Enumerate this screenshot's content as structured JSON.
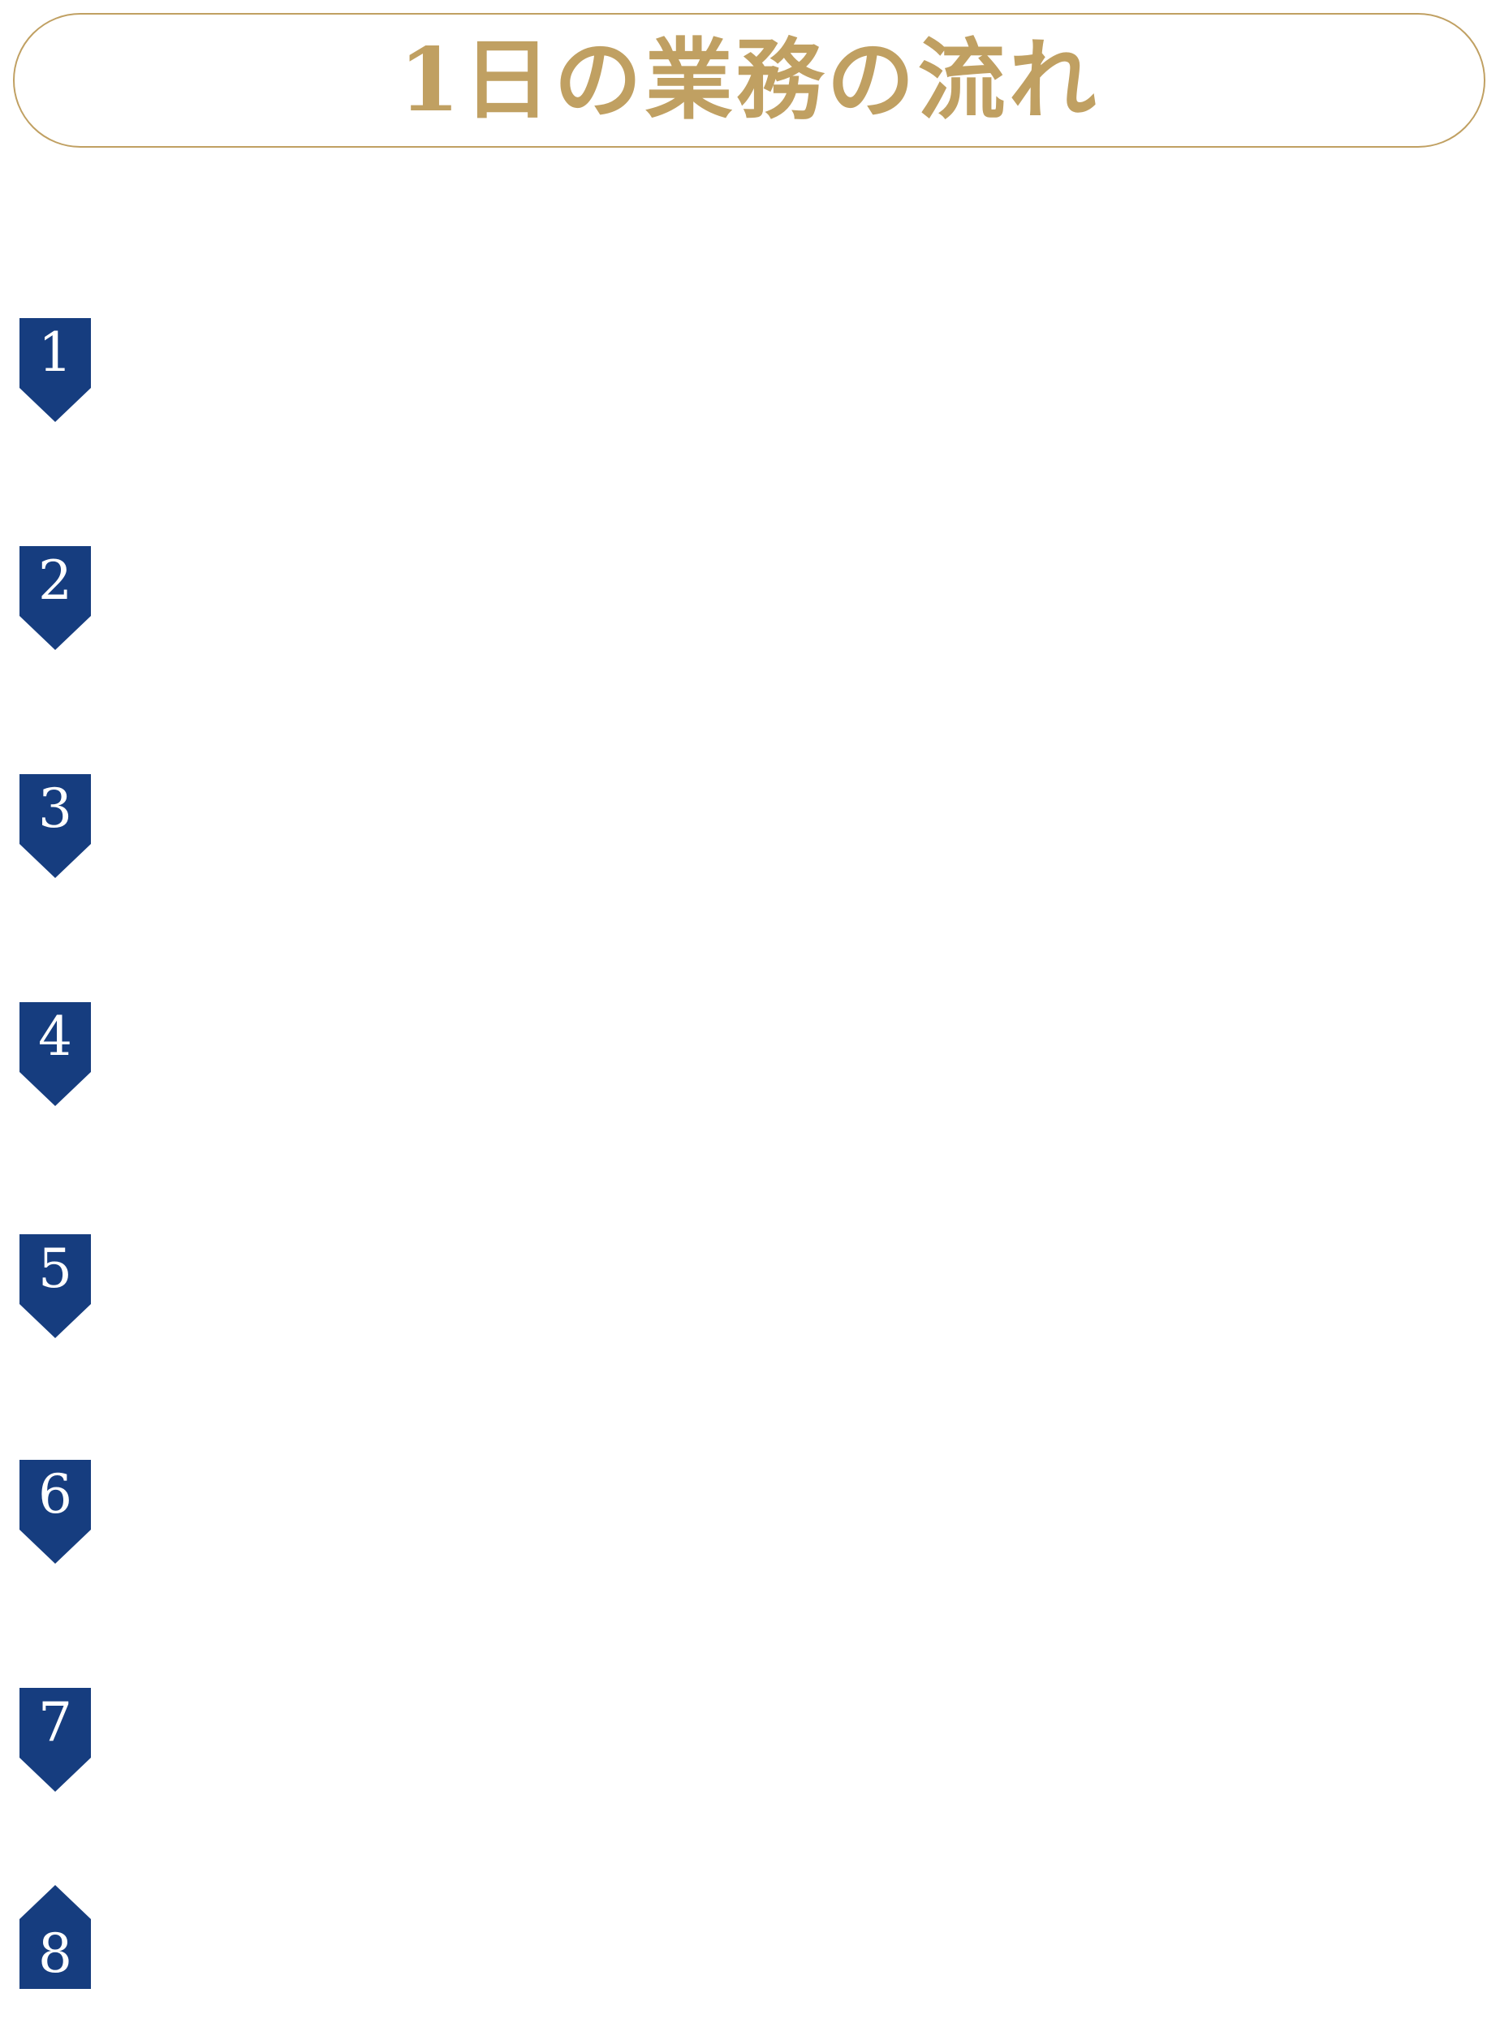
{
  "header": {
    "title": "1日の業務の流れ"
  },
  "steps": [
    {
      "number": "1",
      "arrow": "down"
    },
    {
      "number": "2",
      "arrow": "down"
    },
    {
      "number": "3",
      "arrow": "down"
    },
    {
      "number": "4",
      "arrow": "down"
    },
    {
      "number": "5",
      "arrow": "down"
    },
    {
      "number": "6",
      "arrow": "down"
    },
    {
      "number": "7",
      "arrow": "down"
    },
    {
      "number": "8",
      "arrow": "up"
    }
  ],
  "colors": {
    "accent_gold": "#c0a062",
    "badge_navy": "#163d7f",
    "background": "#ffffff"
  }
}
